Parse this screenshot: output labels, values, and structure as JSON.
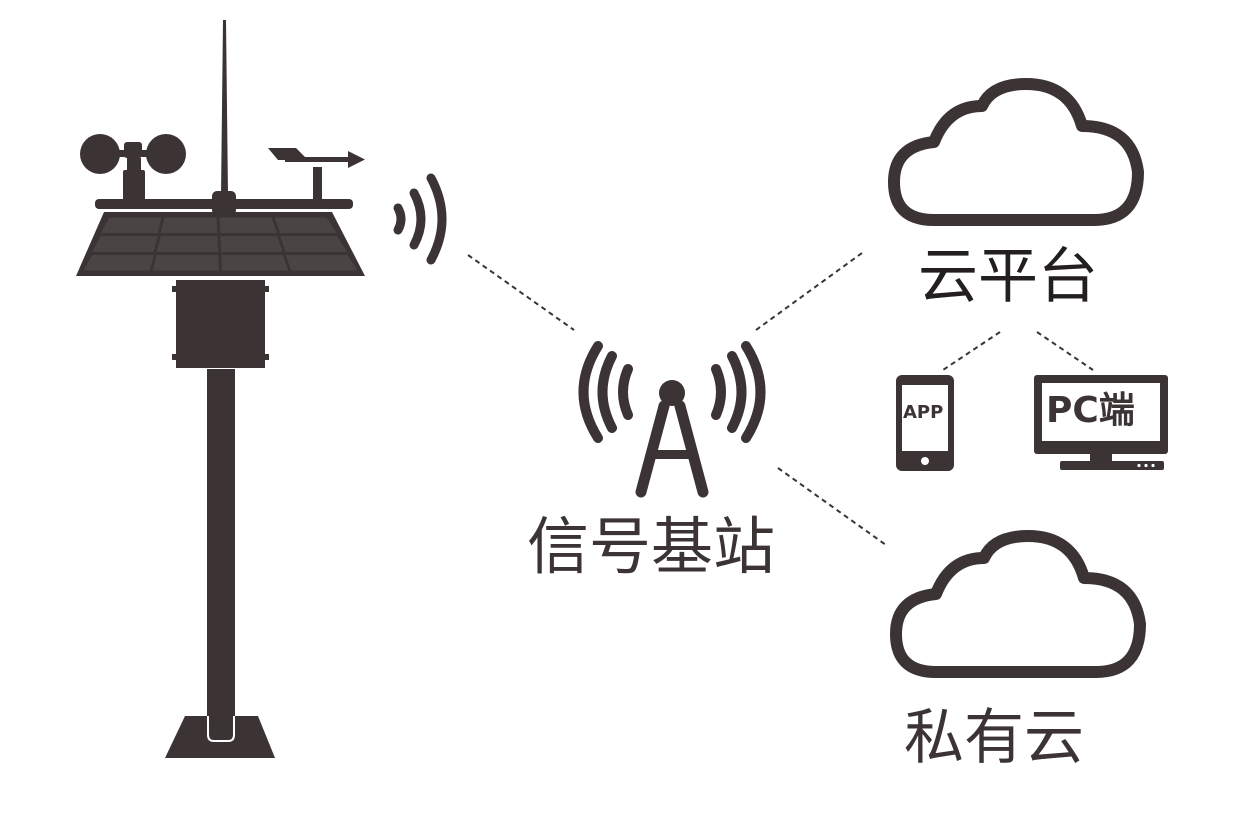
{
  "nodes": {
    "cloud_platform": "云平台",
    "base_station": "信号基站",
    "private_cloud": "私有云",
    "app": "APP",
    "pc": "PC端"
  },
  "colors": {
    "ink": "#3c3434",
    "ink_dark": "#231f20",
    "panel_cell": "#4a4444",
    "background": "#ffffff"
  },
  "icons": [
    "weather-station-icon",
    "wireless-signal-icon",
    "signal-tower-icon",
    "cloud-icon",
    "smartphone-icon",
    "monitor-icon"
  ]
}
